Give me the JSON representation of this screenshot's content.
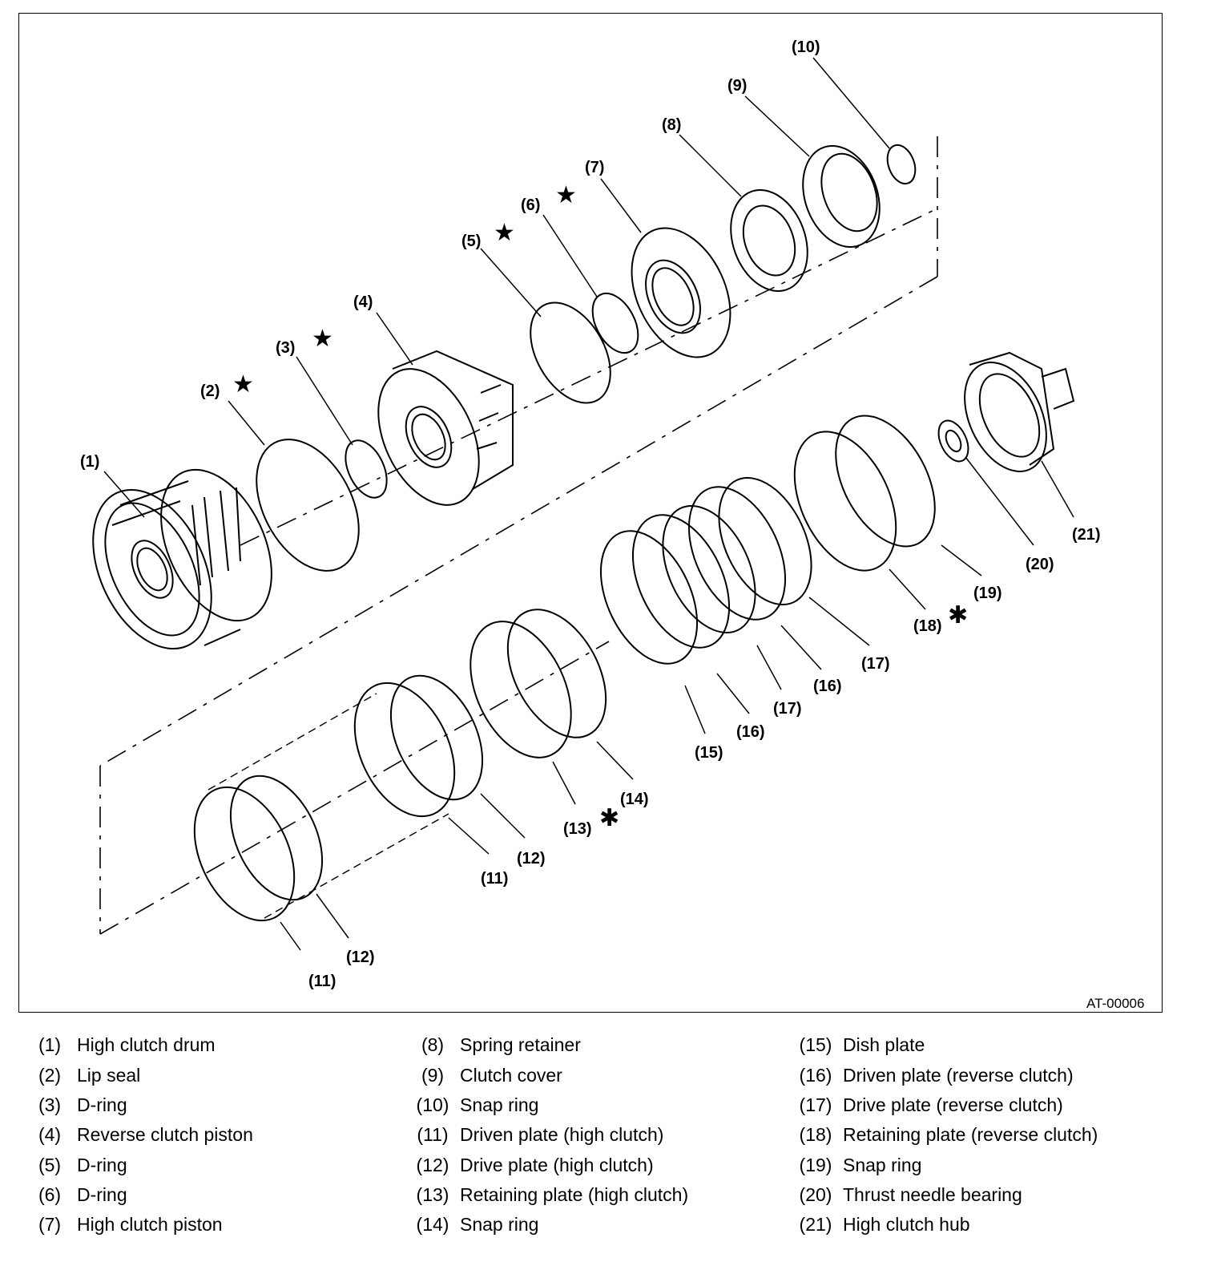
{
  "figure_id": "AT-00006",
  "callouts": [
    {
      "id": "c1",
      "text": "(1)"
    },
    {
      "id": "c2",
      "text": "(2)"
    },
    {
      "id": "c3",
      "text": "(3)"
    },
    {
      "id": "c4",
      "text": "(4)"
    },
    {
      "id": "c5",
      "text": "(5)"
    },
    {
      "id": "c6",
      "text": "(6)"
    },
    {
      "id": "c7",
      "text": "(7)"
    },
    {
      "id": "c8",
      "text": "(8)"
    },
    {
      "id": "c9",
      "text": "(9)"
    },
    {
      "id": "c10",
      "text": "(10)"
    },
    {
      "id": "c11a",
      "text": "(11)"
    },
    {
      "id": "c11b",
      "text": "(11)"
    },
    {
      "id": "c12a",
      "text": "(12)"
    },
    {
      "id": "c12b",
      "text": "(12)"
    },
    {
      "id": "c13",
      "text": "(13)"
    },
    {
      "id": "c14",
      "text": "(14)"
    },
    {
      "id": "c15",
      "text": "(15)"
    },
    {
      "id": "c16a",
      "text": "(16)"
    },
    {
      "id": "c16b",
      "text": "(16)"
    },
    {
      "id": "c17a",
      "text": "(17)"
    },
    {
      "id": "c17b",
      "text": "(17)"
    },
    {
      "id": "c18",
      "text": "(18)"
    },
    {
      "id": "c19",
      "text": "(19)"
    },
    {
      "id": "c20",
      "text": "(20)"
    },
    {
      "id": "c21",
      "text": "(21)"
    }
  ],
  "marks": {
    "star": "★",
    "asterisk": "✱"
  },
  "legend": [
    [
      {
        "num": "(1)",
        "name": "High clutch drum"
      },
      {
        "num": "(2)",
        "name": "Lip seal"
      },
      {
        "num": "(3)",
        "name": "D-ring"
      },
      {
        "num": "(4)",
        "name": "Reverse clutch piston"
      },
      {
        "num": "(5)",
        "name": "D-ring"
      },
      {
        "num": "(6)",
        "name": "D-ring"
      },
      {
        "num": "(7)",
        "name": "High clutch piston"
      }
    ],
    [
      {
        "num": "(8)",
        "name": "Spring retainer"
      },
      {
        "num": "(9)",
        "name": "Clutch cover"
      },
      {
        "num": "(10)",
        "name": "Snap ring"
      },
      {
        "num": "(11)",
        "name": "Driven plate (high clutch)"
      },
      {
        "num": "(12)",
        "name": "Drive plate (high clutch)"
      },
      {
        "num": "(13)",
        "name": "Retaining plate (high clutch)"
      },
      {
        "num": "(14)",
        "name": "Snap ring"
      }
    ],
    [
      {
        "num": "(15)",
        "name": "Dish plate"
      },
      {
        "num": "(16)",
        "name": "Driven plate (reverse clutch)"
      },
      {
        "num": "(17)",
        "name": "Drive plate (reverse clutch)"
      },
      {
        "num": "(18)",
        "name": "Retaining plate (reverse clutch)"
      },
      {
        "num": "(19)",
        "name": "Snap ring"
      },
      {
        "num": "(20)",
        "name": "Thrust needle bearing"
      },
      {
        "num": "(21)",
        "name": "High clutch hub"
      }
    ]
  ]
}
